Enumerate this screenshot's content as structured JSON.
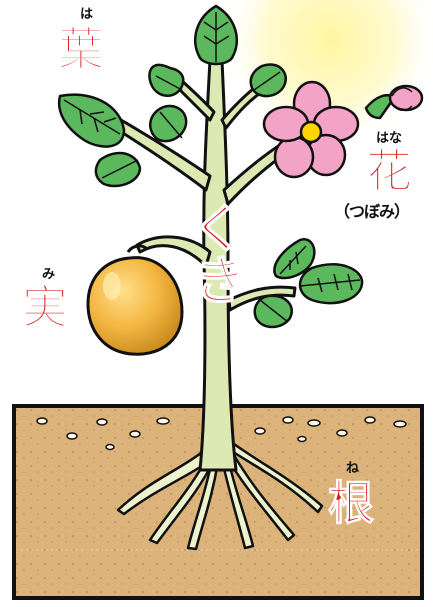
{
  "colors": {
    "label_red": "#d7191c",
    "leaf": "#5cb85c",
    "stem": "#dde9b3",
    "flower": "#f3a3c6",
    "flower_center": "#ffd400",
    "fruit": "#f0b43c",
    "soil": "#dcb37a",
    "sun": "#fff7a8"
  },
  "labels": {
    "leaf": {
      "text": "葉",
      "ruby": "は"
    },
    "flower": {
      "text": "花",
      "ruby": "はな",
      "note": "（つぼみ）"
    },
    "stem": {
      "line1": "く",
      "line2": "き"
    },
    "fruit": {
      "text": "実",
      "ruby": "み"
    },
    "root": {
      "text": "根",
      "ruby": "ね"
    }
  }
}
